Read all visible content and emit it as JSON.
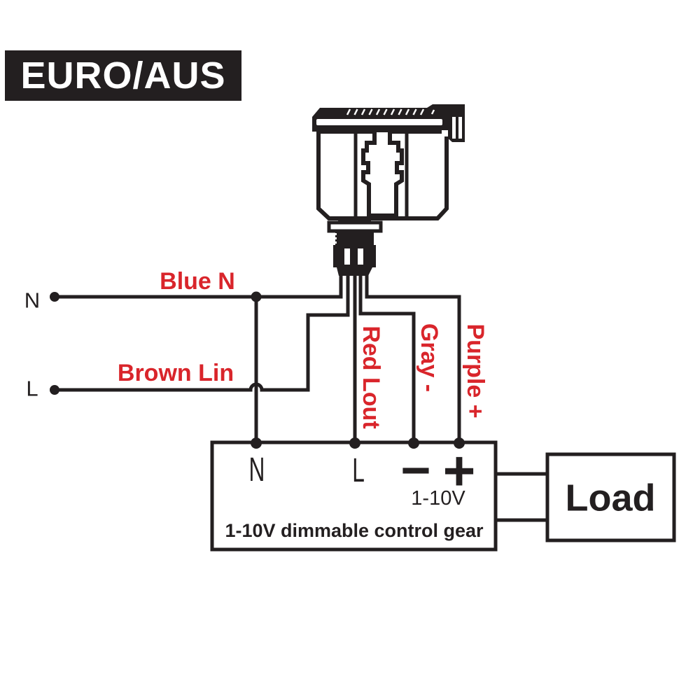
{
  "region_badge": "EURO/AUS",
  "colors": {
    "line": "#231f20",
    "wire_label_red": "#d9252b",
    "background": "#ffffff"
  },
  "mains": {
    "neutral": "N",
    "live": "L"
  },
  "wire_labels": {
    "blue": "Blue N",
    "brown": "Brown Lin",
    "red": "Red Lout",
    "gray": "Gray -",
    "purple": "Purple +"
  },
  "control_gear": {
    "terminal_n": "N",
    "terminal_l": "L",
    "terminal_minus": "−",
    "terminal_plus": "+",
    "dim_range": "1-10V",
    "caption": "1-10V dimmable control gear"
  },
  "load": {
    "label": "Load"
  }
}
